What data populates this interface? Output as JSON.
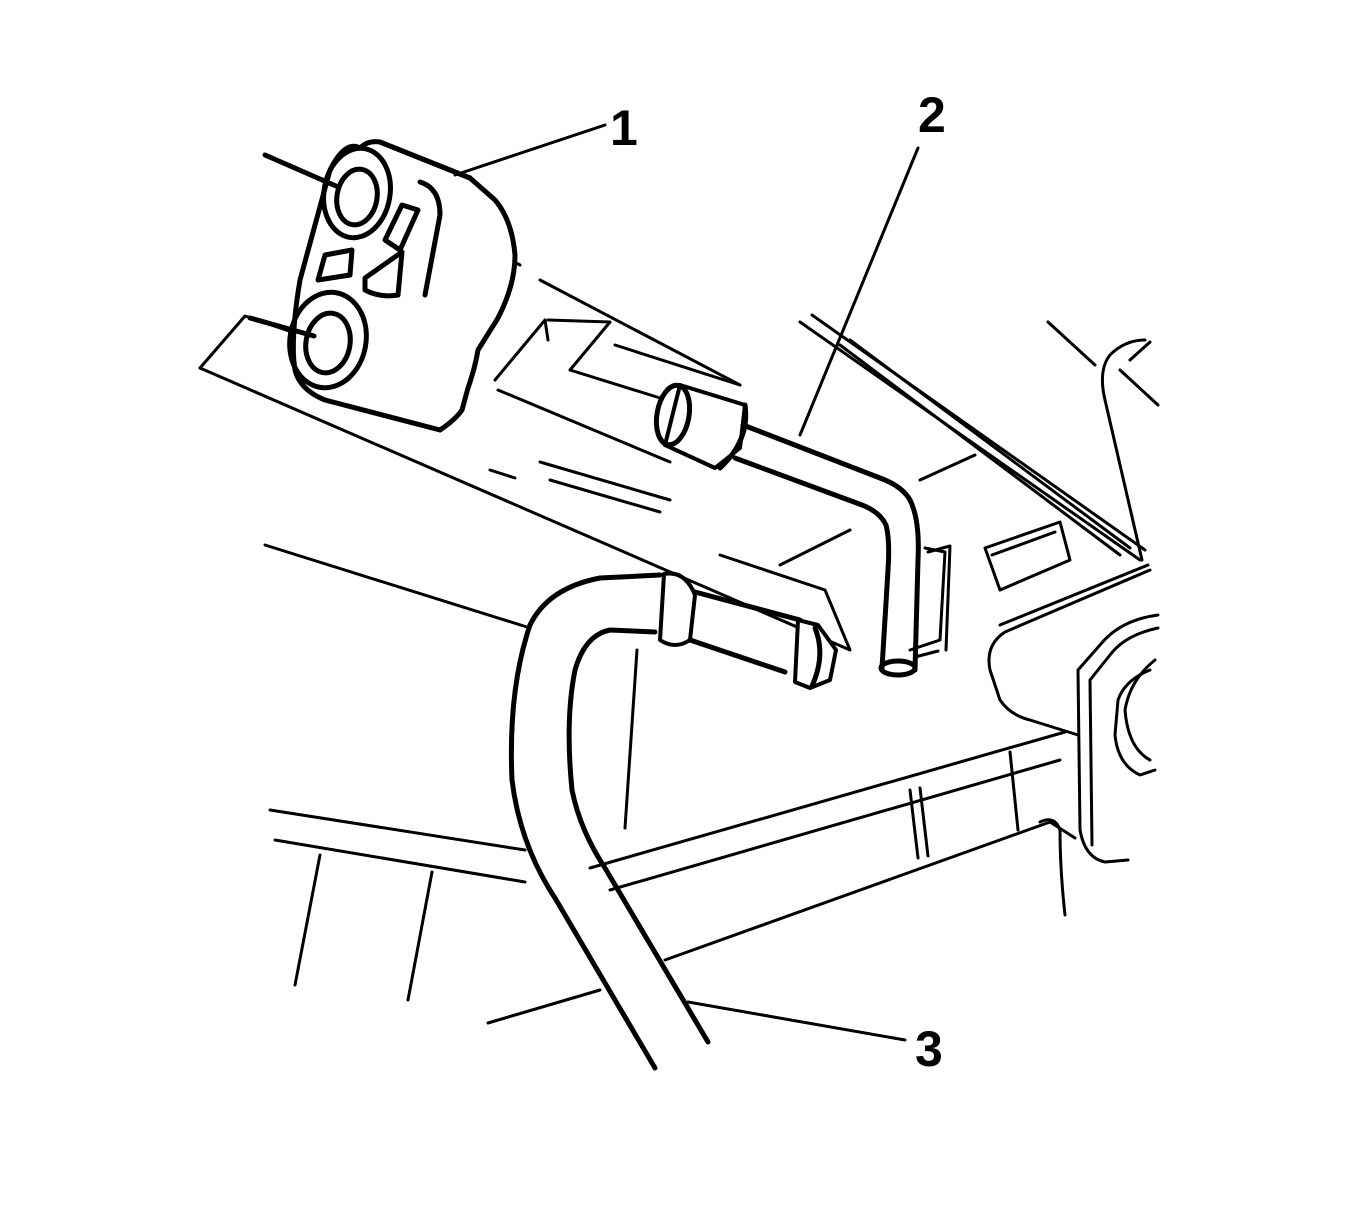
{
  "diagram": {
    "callouts": [
      {
        "id": "1",
        "label": "1",
        "part": "connector-block"
      },
      {
        "id": "2",
        "label": "2",
        "part": "small-tube"
      },
      {
        "id": "3",
        "label": "3",
        "part": "large-hose"
      }
    ]
  }
}
